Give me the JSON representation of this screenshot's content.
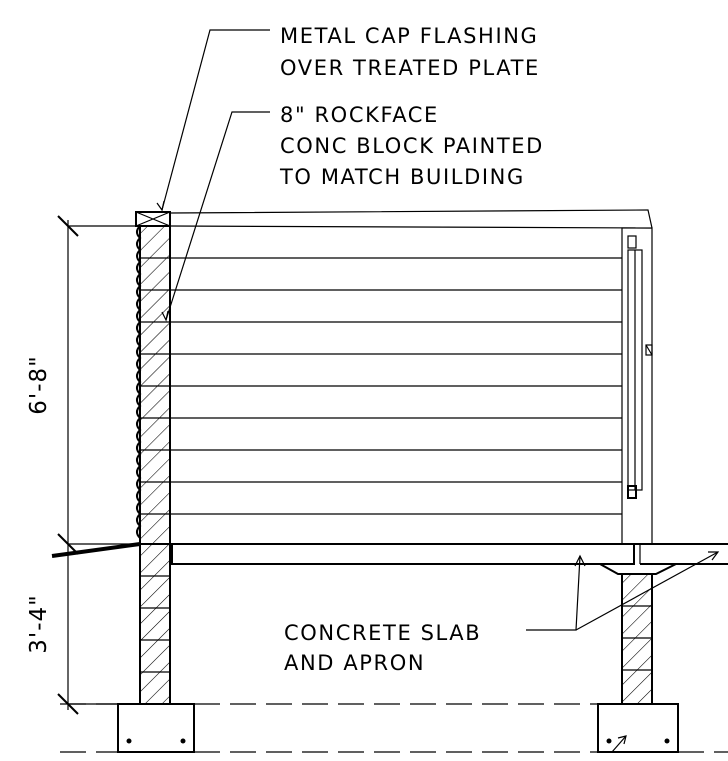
{
  "notes": {
    "cap_flashing": [
      "METAL CAP FLASHING",
      "OVER TREATED PLATE"
    ],
    "rockface_block": [
      "8\" ROCKFACE",
      "CONC BLOCK PAINTED",
      "TO MATCH BUILDING"
    ],
    "slab_apron": [
      "CONCRETE SLAB",
      "AND APRON"
    ]
  },
  "dimensions": {
    "wall_height": "6'-8\"",
    "foundation_depth": "3'-4\""
  }
}
